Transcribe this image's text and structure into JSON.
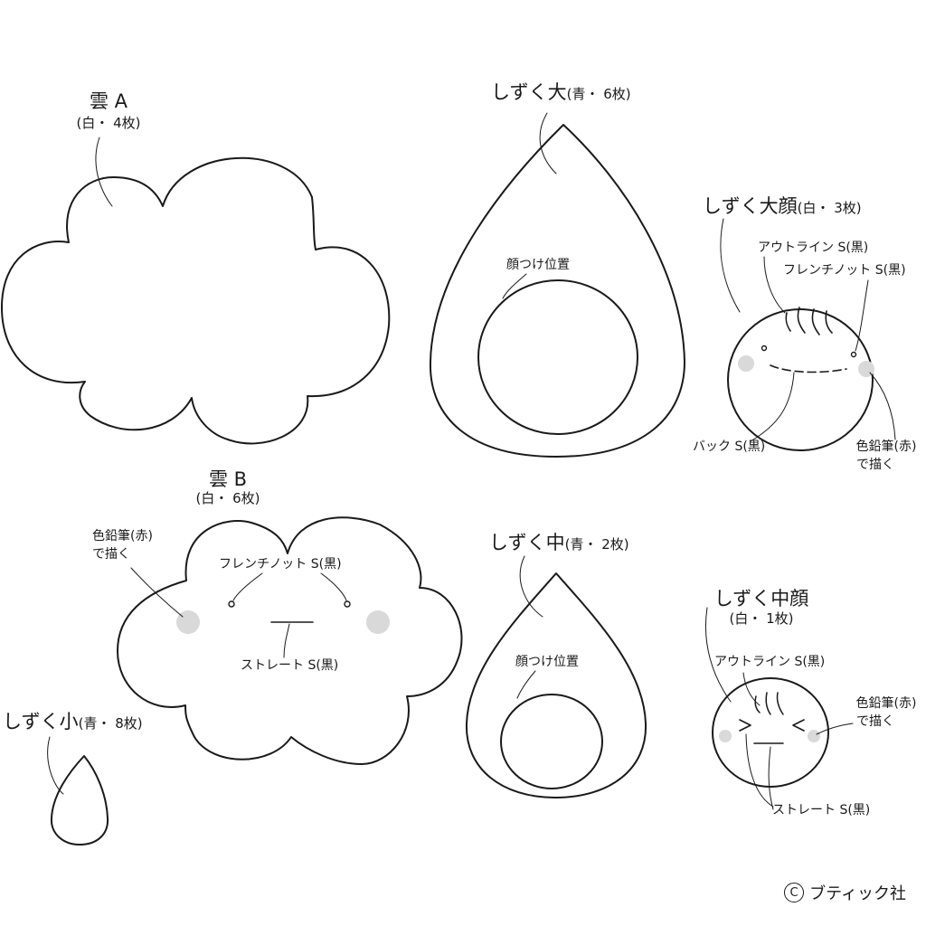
{
  "pieces": {
    "cloud_a": {
      "title": "雲 A",
      "spec": "(白・ 4枚)"
    },
    "cloud_b": {
      "title": "雲 B",
      "spec": "(白・ 6枚)"
    },
    "drop_large": {
      "title": "しずく大",
      "spec": "(青・ 6枚)"
    },
    "drop_medium": {
      "title": "しずく中",
      "spec": "(青・ 2枚)"
    },
    "drop_small": {
      "title": "しずく小",
      "spec": "(青・ 8枚)"
    },
    "face_large": {
      "title": "しずく大顔",
      "spec": "(白・ 3枚)"
    },
    "face_medium": {
      "title": "しずく中顔",
      "spec": "(白・ 1枚)"
    }
  },
  "annotations": {
    "face_position": "顔つけ位置",
    "outline_s": "アウトライン S(黒)",
    "french_knot_s": "フレンチノット S(黒)",
    "back_s": "バック S(黒)",
    "straight_s": "ストレート S(黒)",
    "pencil_line1": "色鉛筆(赤)",
    "pencil_line2": "で描く"
  },
  "copyright": {
    "symbol": "C",
    "text": "ブティック社"
  },
  "colors": {
    "stroke": "#1a1a1a",
    "cheek": "#d9d9d9",
    "background": "#ffffff"
  }
}
